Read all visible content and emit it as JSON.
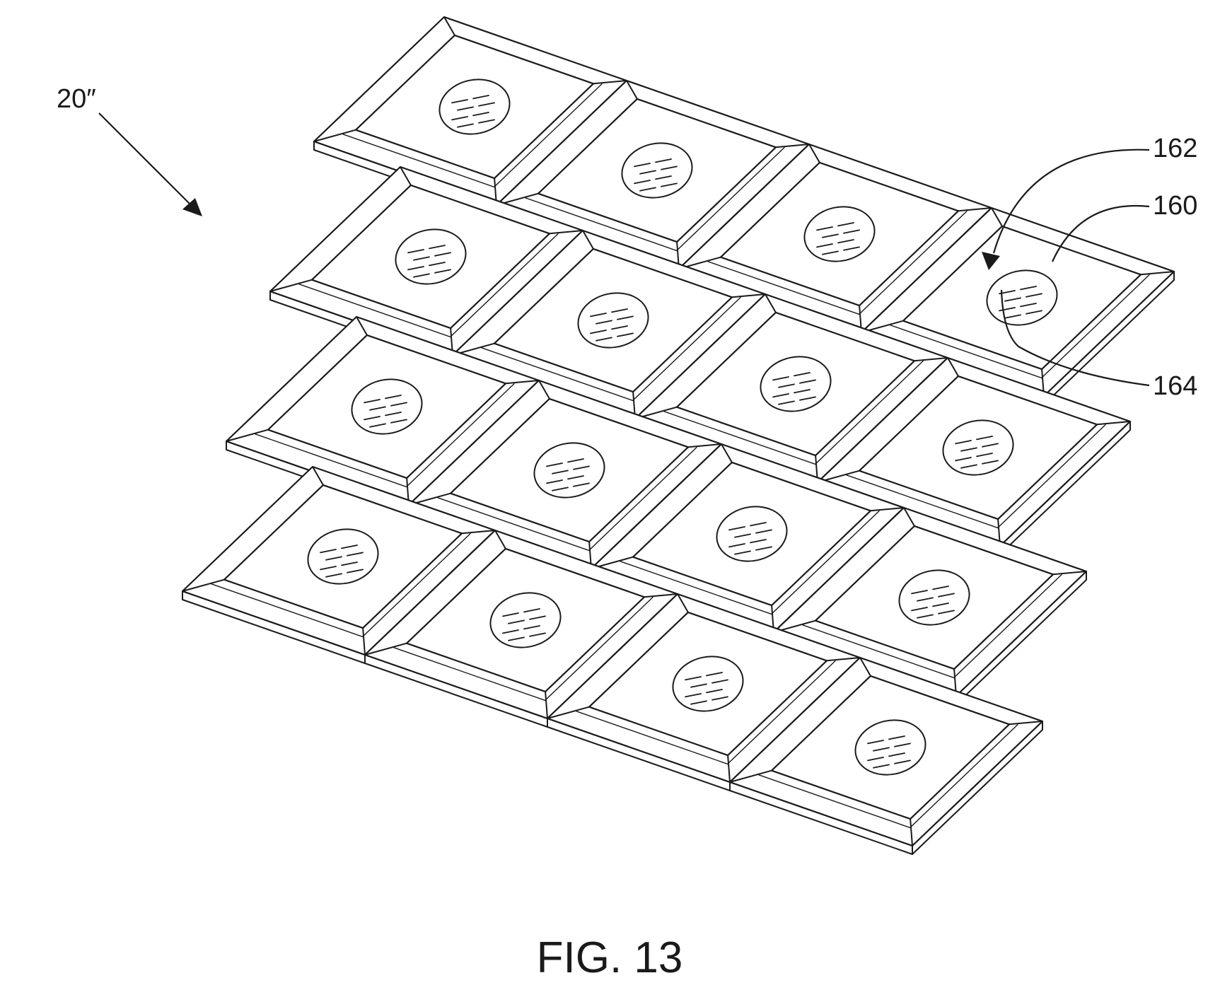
{
  "figure": {
    "caption": "FIG. 13",
    "assembly_label": "20″",
    "callouts": [
      {
        "id": "162",
        "label": "162"
      },
      {
        "id": "160",
        "label": "160"
      },
      {
        "id": "164",
        "label": "164"
      }
    ],
    "layout": {
      "rows": 4,
      "cols": 4
    },
    "ink_color": "#1a1a1a",
    "background_color": "#ffffff"
  }
}
